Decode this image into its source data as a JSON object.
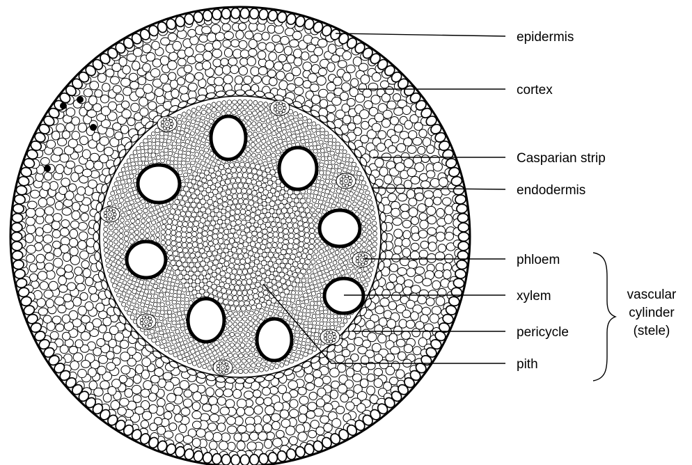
{
  "labels": {
    "epidermis": "epidermis",
    "cortex": "cortex",
    "casparian_strip": "Casparian strip",
    "endodermis": "endodermis",
    "phloem": "phloem",
    "xylem": "xylem",
    "pericycle": "pericycle",
    "pith": "pith"
  },
  "group_label": {
    "line1": "vascular",
    "line2": "cylinder",
    "line3": "(stele)"
  }
}
